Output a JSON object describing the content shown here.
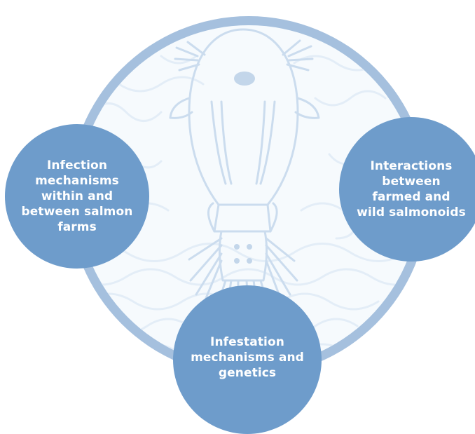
{
  "colors": {
    "ring": "#a5c0de",
    "disc": "#f6fafd",
    "bubble": "#6e9ccb",
    "outline": "#cbdcee",
    "pattern": "#e3edf7"
  },
  "icons": {
    "center": "sea-louse-icon"
  },
  "bubbles": {
    "left": {
      "lines": [
        "Infection",
        "mechanisms",
        "within and",
        "between salmon",
        "farms"
      ]
    },
    "right": {
      "lines": [
        "Interactions",
        "between",
        "farmed and",
        "wild salmonoids"
      ]
    },
    "bottom": {
      "lines": [
        "Infestation",
        "mechanisms and",
        "genetics"
      ]
    }
  }
}
